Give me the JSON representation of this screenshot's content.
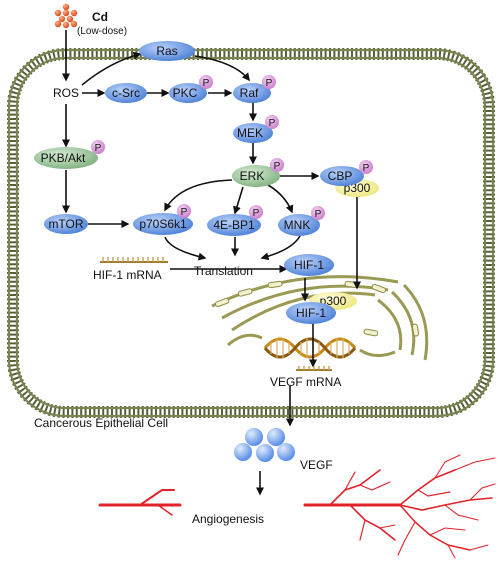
{
  "cd": {
    "label": "Cd",
    "note": "(Low-dose)"
  },
  "nodes": {
    "ros": "ROS",
    "ras": "Ras",
    "csrc": "c-Src",
    "pkc": "PKC",
    "raf": "Raf",
    "mek": "MEK",
    "erk": "ERK",
    "pkb_akt": "PKB/Akt",
    "mtor": "mTOR",
    "p70s6k1": "p70S6k1",
    "ebp1": "4E-BP1",
    "mnk": "MNK",
    "cbp": "CBP",
    "p300": "p300",
    "hif1": "HIF-1",
    "hif1_nuc": "HIF-1",
    "p300_nuc": "p300"
  },
  "phospho_label": "P",
  "texts": {
    "hif1_mrna": "HIF-1 mRNA",
    "translation": "Translation",
    "vegf_mrna": "VEGF mRNA",
    "cell_label": "Cancerous Epithelial Cell",
    "vegf": "VEGF",
    "angiogenesis": "Angiogenesis"
  },
  "colors": {
    "blue_node": "#5b8fe0",
    "green_node": "#8fbf8f",
    "yellow_node": "#f2ef9a",
    "phospho": "#d48fd4",
    "membrane": "#5f6a3f",
    "cd_dots": "#e05a2a",
    "vessel": "#e0232a",
    "vegf_sphere": "#6f9de8"
  }
}
